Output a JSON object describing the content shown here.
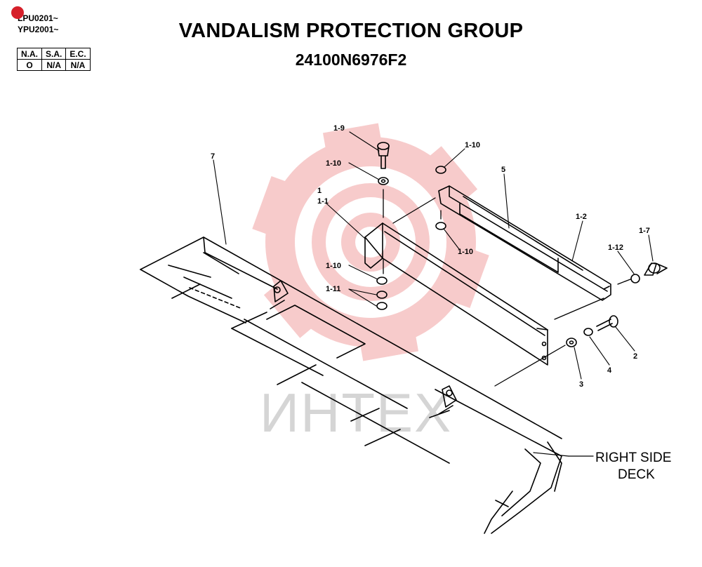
{
  "header": {
    "serials": [
      "LPU0201~",
      "YPU2001~"
    ],
    "title": "VANDALISM PROTECTION GROUP",
    "part_number": "24100N6976F2"
  },
  "codes_table": {
    "headers": [
      "N.A.",
      "S.A.",
      "E.C."
    ],
    "values": [
      "O",
      "N/A",
      "N/A"
    ]
  },
  "callouts": {
    "c_1_9": "1-9",
    "c_1_10_top_left": "1-10",
    "c_1_10_top_right": "1-10",
    "c_5": "5",
    "c_7": "7",
    "c_1": "1",
    "c_1_1": "1-1",
    "c_1_2": "1-2",
    "c_1_10_mid": "1-10",
    "c_1_12": "1-12",
    "c_1_7": "1-7",
    "c_1_10_lower": "1-10",
    "c_1_11": "1-11",
    "c_2": "2",
    "c_4": "4",
    "c_3": "3"
  },
  "deck_label": [
    "RIGHT SIDE",
    "DECK"
  ],
  "watermark": {
    "text": "ИНТЕХ",
    "logo": "gear-target-logo",
    "gear_color": "#f7c9c9",
    "text_color": "#d3d3d3"
  }
}
